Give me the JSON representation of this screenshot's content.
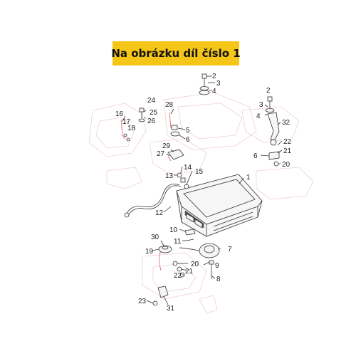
{
  "banner": {
    "text": "Na obrázku díl číslo 1"
  },
  "callouts": [
    {
      "n": "2"
    },
    {
      "n": "3"
    },
    {
      "n": "4"
    },
    {
      "n": "24"
    },
    {
      "n": "25"
    },
    {
      "n": "26"
    },
    {
      "n": "16"
    },
    {
      "n": "17"
    },
    {
      "n": "18"
    },
    {
      "n": "28"
    },
    {
      "n": "5"
    },
    {
      "n": "6"
    },
    {
      "n": "2"
    },
    {
      "n": "3"
    },
    {
      "n": "4"
    },
    {
      "n": "32"
    },
    {
      "n": "22"
    },
    {
      "n": "21"
    },
    {
      "n": "6"
    },
    {
      "n": "20"
    },
    {
      "n": "29"
    },
    {
      "n": "27"
    },
    {
      "n": "14"
    },
    {
      "n": "13"
    },
    {
      "n": "15"
    },
    {
      "n": "1"
    },
    {
      "n": "12"
    },
    {
      "n": "10"
    },
    {
      "n": "11"
    },
    {
      "n": "30"
    },
    {
      "n": "7"
    },
    {
      "n": "19"
    },
    {
      "n": "20"
    },
    {
      "n": "9"
    },
    {
      "n": "21"
    },
    {
      "n": "22"
    },
    {
      "n": "8"
    },
    {
      "n": "23"
    },
    {
      "n": "31"
    }
  ]
}
